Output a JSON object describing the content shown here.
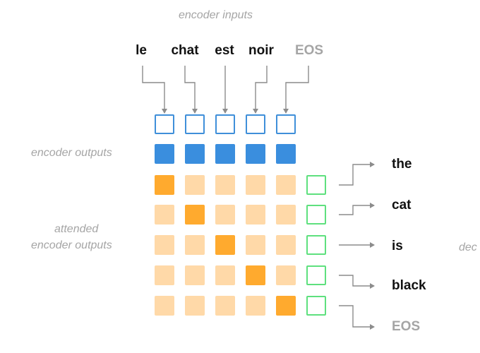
{
  "labels": {
    "encoder_inputs": "encoder inputs",
    "encoder_outputs": "encoder outputs",
    "attended_line1": "attended",
    "attended_line2": "encoder outputs",
    "decoder_partial": "dec"
  },
  "input_tokens": [
    "le",
    "chat",
    "est",
    "noir",
    "EOS"
  ],
  "output_tokens": [
    "the",
    "cat",
    "is",
    "black",
    "EOS"
  ],
  "attention": [
    [
      1,
      0,
      0,
      0,
      0
    ],
    [
      0,
      1,
      0,
      0,
      0
    ],
    [
      0,
      0,
      1,
      0,
      0
    ],
    [
      0,
      0,
      0,
      1,
      0
    ],
    [
      0,
      0,
      0,
      0,
      1
    ]
  ],
  "colors": {
    "encoder_input_outline": "#3f8fd9",
    "encoder_output_fill": "#3a8ede",
    "attention_strong": "#ffaa2e",
    "attention_weak": "#ffd9a8",
    "decoder_outline": "#5ee07e",
    "arrow": "#8c8c8c",
    "muted_text": "#a5a5a5"
  }
}
